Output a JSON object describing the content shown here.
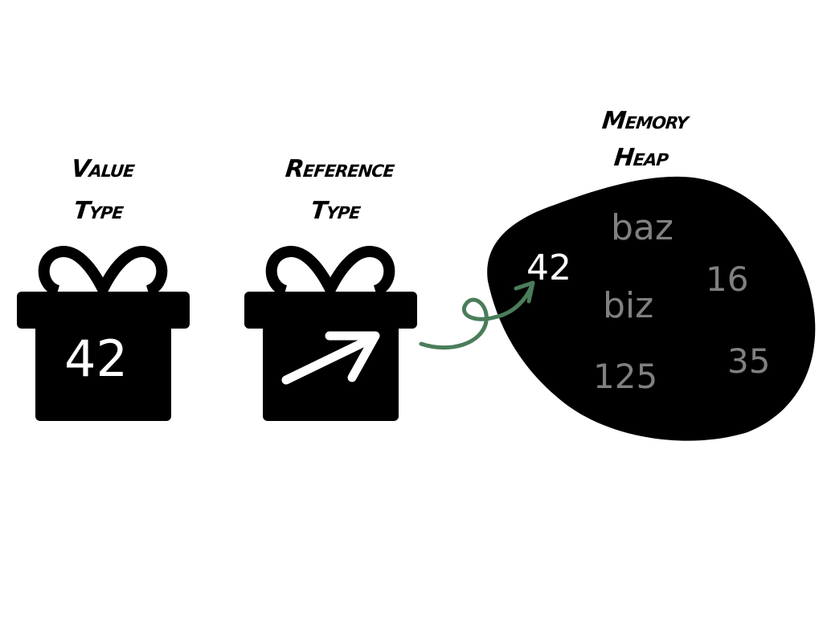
{
  "labels": {
    "value_type": [
      "Value",
      "Type"
    ],
    "reference_type": [
      "Reference",
      "Type"
    ],
    "memory_heap": [
      "Memory",
      "Heap"
    ]
  },
  "value_box": {
    "value": "42"
  },
  "reference_box": {
    "icon": "arrow-icon"
  },
  "heap": {
    "highlighted": "42",
    "items": [
      "baz",
      "16",
      "biz",
      "125",
      "35"
    ]
  },
  "colors": {
    "box": "#000000",
    "arrow": "#4a7d5a",
    "highlight": "#ffffff",
    "muted": "#808080"
  }
}
